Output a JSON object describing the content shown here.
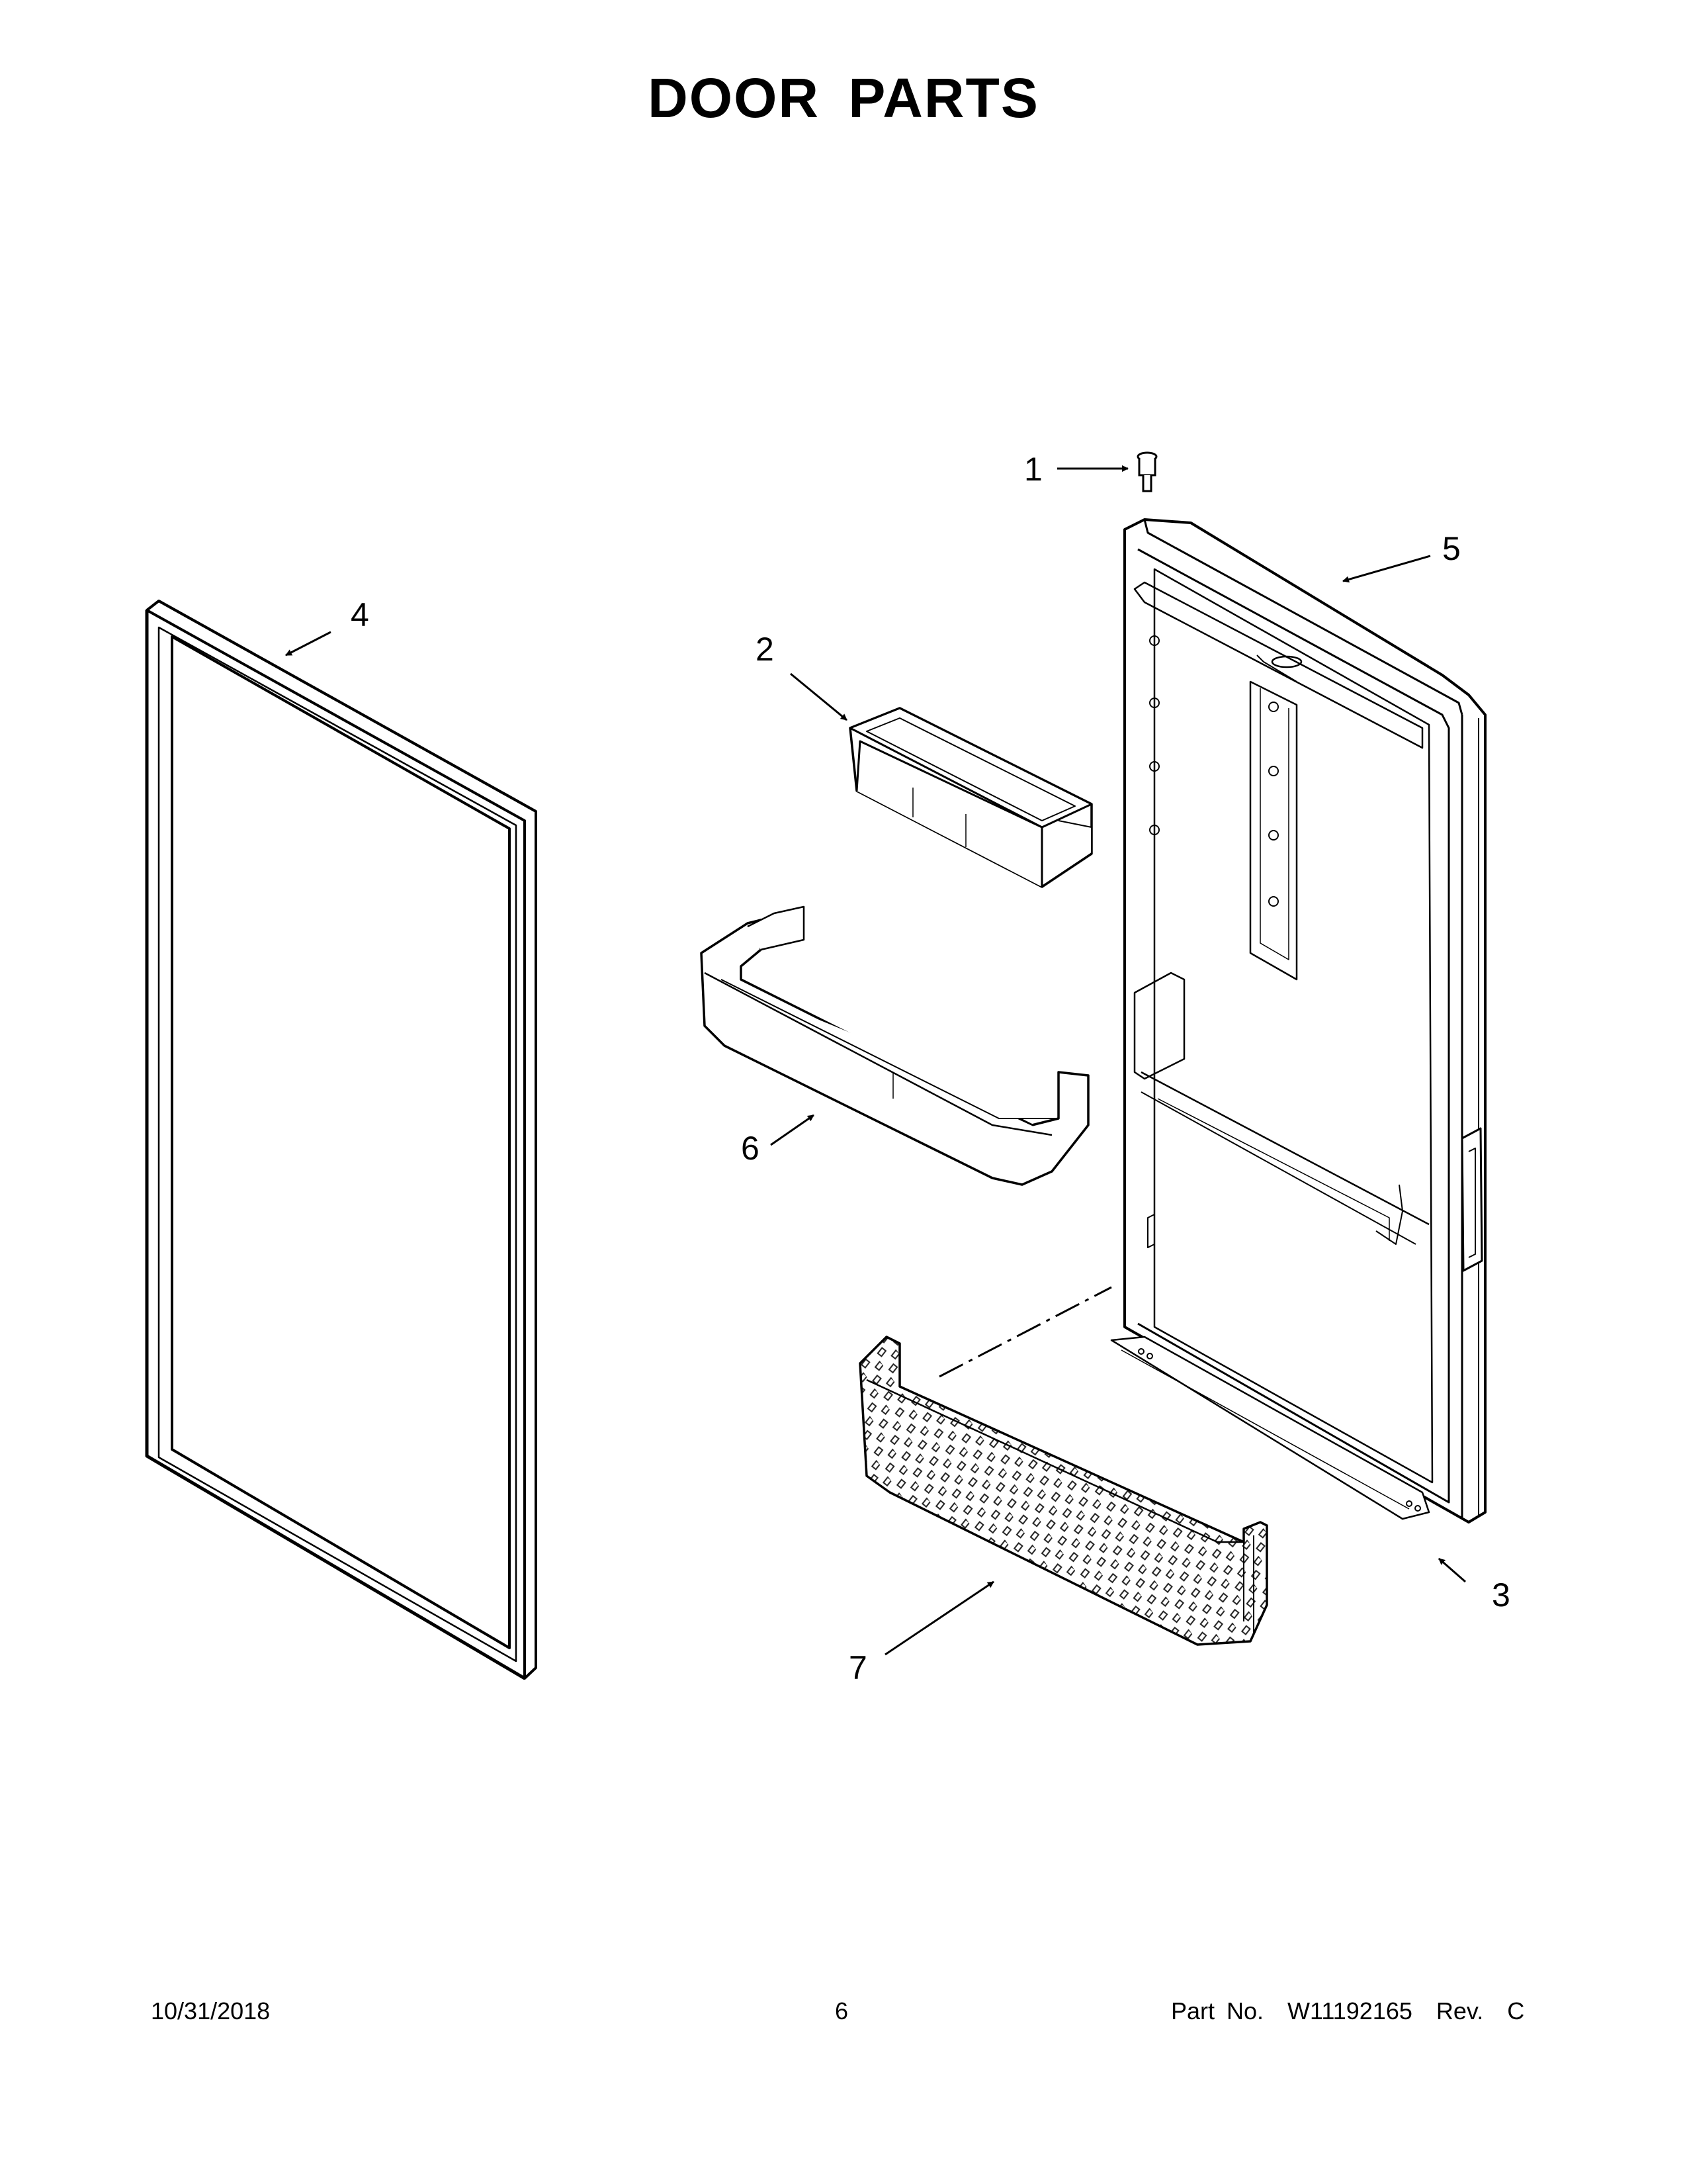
{
  "title": "DOOR PARTS",
  "callouts": {
    "c1": "1",
    "c2": "2",
    "c3": "3",
    "c4": "4",
    "c5": "5",
    "c6": "6",
    "c7": "7"
  },
  "footer": {
    "date": "10/31/2018",
    "page": "6",
    "part": "Part No.  W11192165  Rev.  C"
  }
}
